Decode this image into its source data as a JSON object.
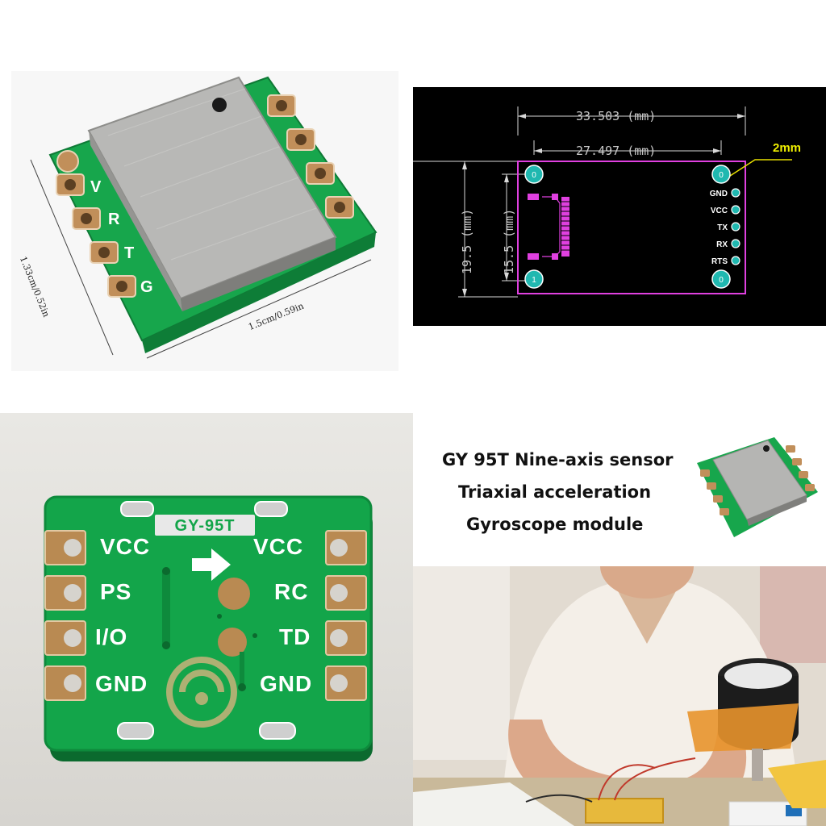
{
  "photo_panel": {
    "height_label": "1.33cm/0.52in",
    "width_label": "1.5cm/0.59in",
    "pin_letters": [
      "V",
      "R",
      "T",
      "G"
    ]
  },
  "cad_panel": {
    "dim_total": "33.503 (mm)",
    "dim_inner": "27.497 (mm)",
    "dim_height_outer": "19.5 (mm)",
    "dim_height_inner": "15.5 (mm)",
    "hole_callout": "2mm",
    "pins": [
      "GND",
      "VCC",
      "TX",
      "RX",
      "RTS"
    ],
    "hole_numbers": [
      "0",
      "0",
      "1",
      "0"
    ],
    "colors": {
      "board_outline": "#e040e0",
      "dimension": "#d8d8d8",
      "callout": "#e8e000",
      "pad": "#20b8b0"
    }
  },
  "board_back": {
    "model": "GY-95T",
    "left_labels": [
      "VCC",
      "PS",
      "I/O",
      "GND"
    ],
    "right_labels": [
      "VCC",
      "RC",
      "TD",
      "GND"
    ],
    "colors": {
      "pcb": "#13a54a",
      "silkscreen": "#ffffff",
      "pad": "#b98a52"
    }
  },
  "title_panel": {
    "lines": [
      "GY 95T Nine-axis sensor",
      "Triaxial acceleration",
      "Gyroscope module"
    ]
  }
}
